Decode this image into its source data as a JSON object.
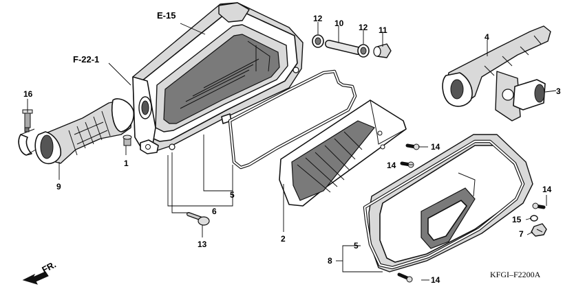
{
  "references": {
    "e15": "E-15",
    "f221": "F-22-1",
    "fr": "FR.",
    "code": "KFGI–F2200A"
  },
  "callouts": {
    "c1": "1",
    "c2": "2",
    "c3": "3",
    "c4": "4",
    "c5a": "5",
    "c5b": "5",
    "c6": "6",
    "c7": "7",
    "c8": "8",
    "c9": "9",
    "c10": "10",
    "c11": "11",
    "c12a": "12",
    "c12b": "12",
    "c13": "13",
    "c14a": "14",
    "c14b": "14",
    "c14c": "14",
    "c14d": "14",
    "c15": "15",
    "c16": "16"
  }
}
